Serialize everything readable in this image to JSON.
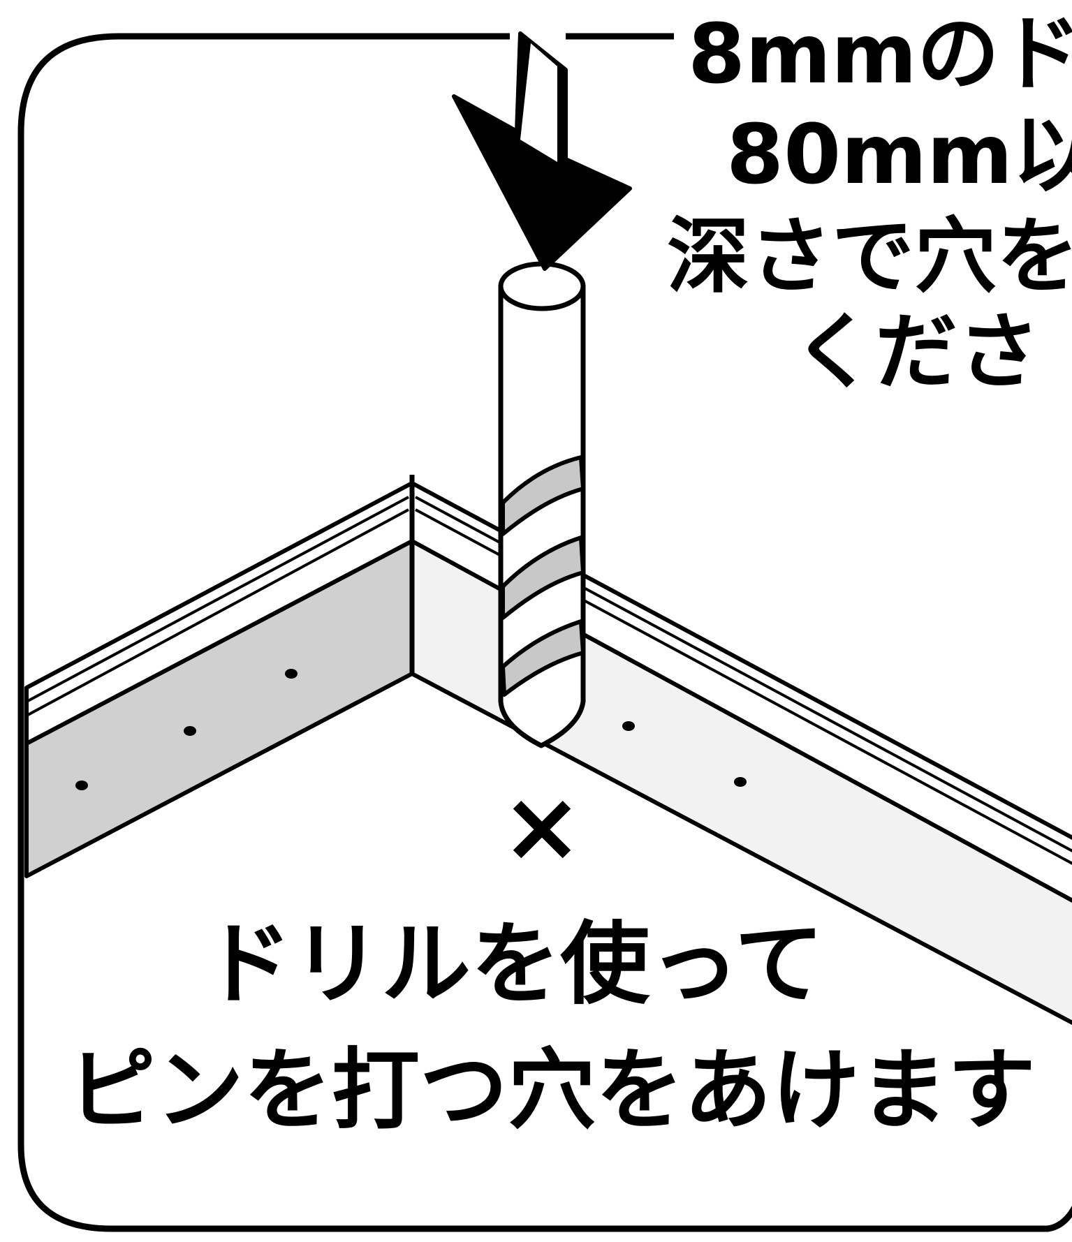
{
  "callout": {
    "line1": "8mmのド",
    "line2": "80mm以",
    "line3": "深さで穴を",
    "line4": "くださ"
  },
  "caption": {
    "line1": "ドリルを使って",
    "line2": "ピンを打つ穴をあけます"
  },
  "marks": {
    "x_mark": "×"
  },
  "colors": {
    "outline": "#000000",
    "board_shadow": "#d0d0d0",
    "board_face": "#f2f2f2",
    "drill_flute": "#c8c8c8",
    "background": "#ffffff"
  }
}
